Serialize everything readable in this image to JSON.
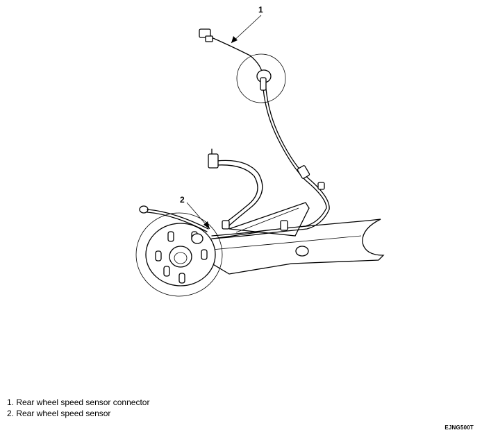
{
  "callouts": [
    {
      "number": "1"
    },
    {
      "number": "2"
    }
  ],
  "legend": [
    {
      "text": "1. Rear wheel speed sensor connector"
    },
    {
      "text": "2. Rear wheel speed sensor"
    }
  ],
  "reference_code": "EJNG500T"
}
